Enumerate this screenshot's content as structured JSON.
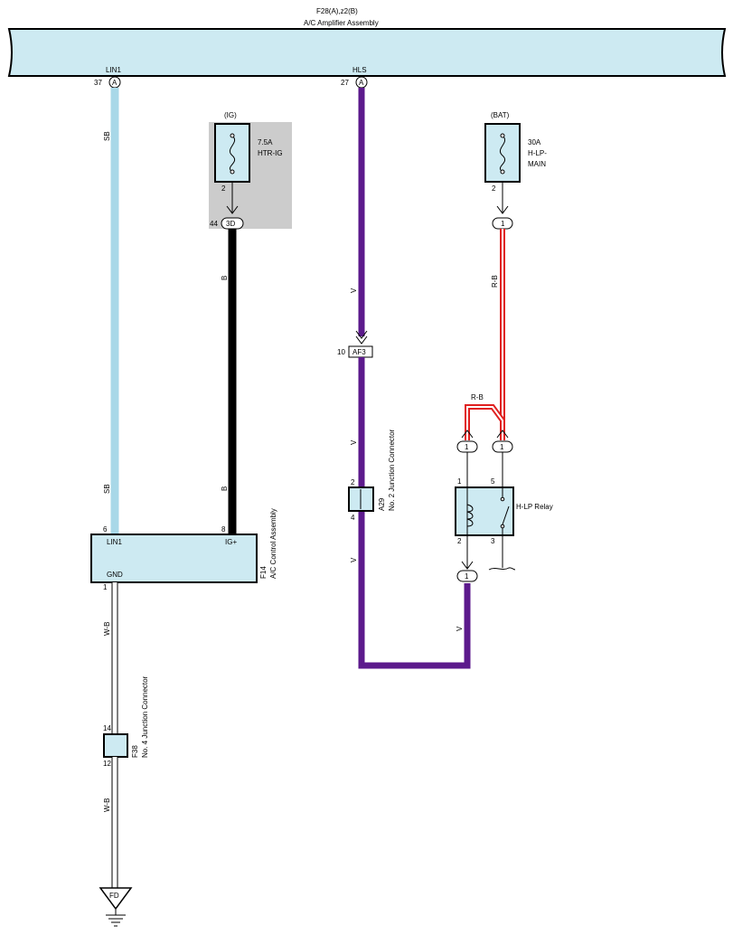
{
  "header": {
    "component_id": "F28(A),z2(B)",
    "component_name": "A/C Amplifier Assembly"
  },
  "amplifier_pins": {
    "lin1": {
      "label": "LIN1",
      "pin": "37",
      "connector": "A"
    },
    "hls": {
      "label": "HLS",
      "pin": "27",
      "connector": "A"
    }
  },
  "fuse_ig": {
    "supply": "(IG)",
    "rating": "7.5A",
    "name": "HTR-IG",
    "pin": "2",
    "jc_pin": "44",
    "jc_label": "3D"
  },
  "fuse_bat": {
    "supply": "(BAT)",
    "rating": "30A",
    "name_line1": "H-LP-",
    "name_line2": "MAIN",
    "pin": "2",
    "jc_label": "1"
  },
  "wire_colors": {
    "sb": "SB",
    "b": "B",
    "v": "V",
    "rb": "R-B",
    "wb": "W-B"
  },
  "colors": {
    "sb": "#a8d8e8",
    "b": "#000000",
    "v": "#5c1a8c",
    "r": "#e02020",
    "component_fill": "#cdeaf2",
    "shaded": "#cccccc"
  },
  "connector_af3": {
    "pin": "10",
    "label": "AF3"
  },
  "junction_a29": {
    "id": "A29",
    "name": "No. 2 Junction Connector",
    "pin_top": "2",
    "pin_bottom": "4"
  },
  "junction_f38": {
    "id": "F38",
    "name": "No. 4 Junction Connector",
    "pin_top": "14",
    "pin_bottom": "12"
  },
  "relay": {
    "name": "H-LP Relay",
    "pin1": "1",
    "pin5": "5",
    "pin2": "2",
    "pin3": "3",
    "jc1": "1",
    "jc2": "1",
    "jc3": "1"
  },
  "control": {
    "id": "F14",
    "name": "A/C Control Assembly",
    "lin1": "LIN1",
    "igplus": "IG+",
    "gnd": "GND",
    "pin_lin1": "6",
    "pin_ig": "8",
    "pin_gnd": "1"
  },
  "ground": {
    "label": "FD"
  }
}
